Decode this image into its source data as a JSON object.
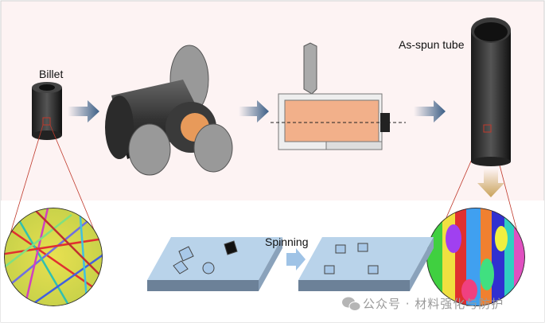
{
  "labels": {
    "billet": "Billet",
    "as_spun_tube": "As-spun tube",
    "spinning": "Spinning"
  },
  "watermark": {
    "text": "公众号 · 材料强化与防护"
  },
  "colors": {
    "background": "#fdf3f3",
    "arrow": "#3c5f86",
    "workpiece": "#f2b08a",
    "plate": "#b9d3ea",
    "magnify_line": "#c0392b"
  }
}
